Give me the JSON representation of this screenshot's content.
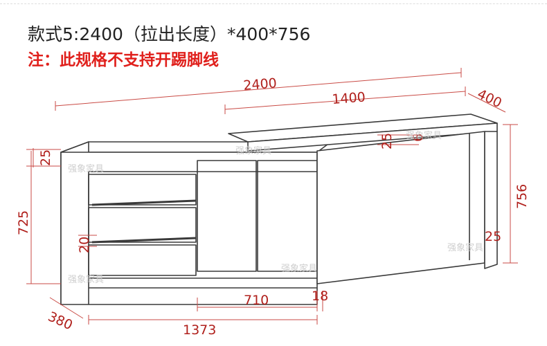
{
  "header": {
    "title": "款式5:2400（拉出长度）*400*756",
    "note": "注：此规格不支持开踢脚线"
  },
  "watermark": "强象家具",
  "dimensions": {
    "total_length": "2400",
    "extension_length": "1400",
    "extension_depth": "400",
    "top_thickness_left": "25",
    "extension_top_thickness": "25",
    "extension_gap": "6",
    "cabinet_height": "725",
    "desk_height": "756",
    "leg_thickness": "25",
    "drawer_gap": "20",
    "door_width": "710",
    "side_panel": "18",
    "cabinet_depth": "380",
    "cabinet_length": "1373"
  },
  "colors": {
    "dimension": "#b0201c",
    "title_note": "#e0201c",
    "outline": "#3a3a3a"
  }
}
